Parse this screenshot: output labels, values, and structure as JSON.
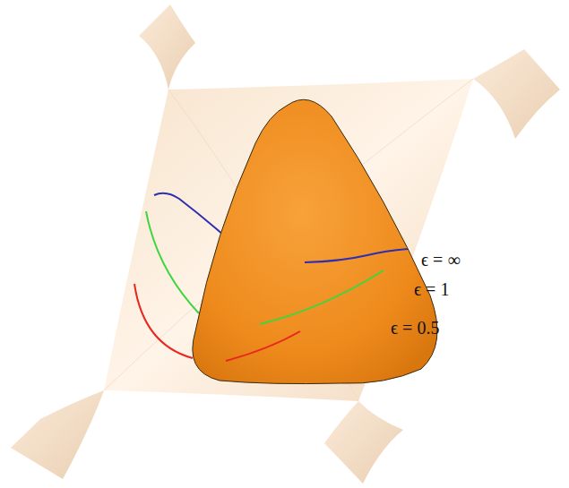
{
  "diagram": {
    "labels": [
      "ϵ = ∞",
      "ϵ = 1",
      "ϵ = 0.5"
    ]
  }
}
